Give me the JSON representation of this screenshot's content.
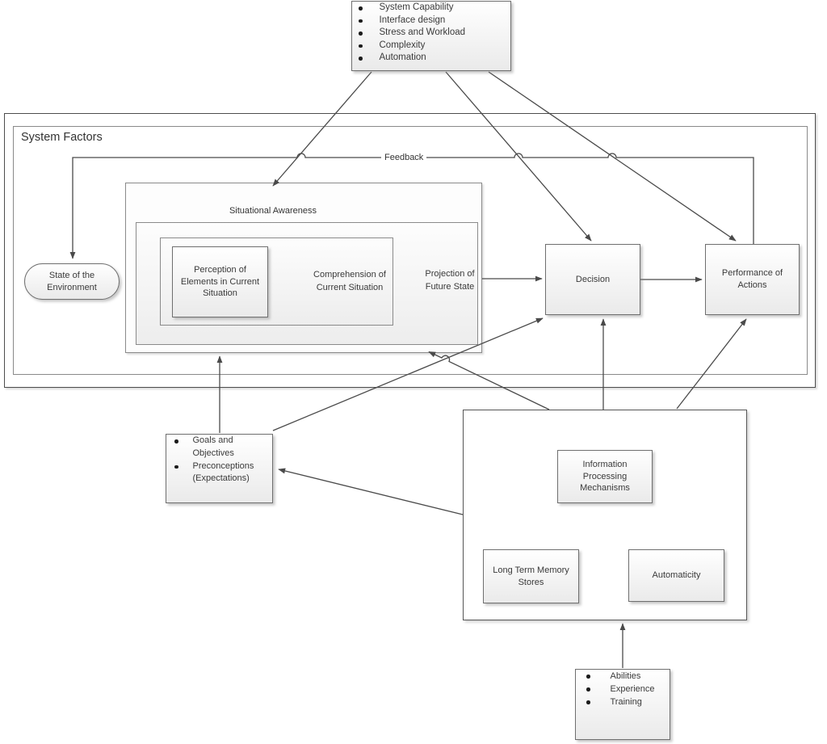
{
  "top_factors": {
    "items": [
      "System Capability",
      "Interface design",
      "Stress and Workload",
      "Complexity",
      "Automation"
    ]
  },
  "system_factors": {
    "label": "System Factors",
    "feedback_label": "Feedback"
  },
  "environment": {
    "state_label": "State of the Environment"
  },
  "situational_awareness": {
    "label": "Situational Awareness",
    "level1_perception": "Perception of Elements in Current Situation",
    "level2_comprehension": "Comprehension of Current Situation",
    "level3_projection": "Projection of Future State"
  },
  "process": {
    "decision": "Decision",
    "performance": "Performance of Actions"
  },
  "individual_factors": {
    "goals_items": [
      "Goals and Objectives",
      "Preconceptions (Expectations)"
    ],
    "information_processing": "Information Processing Mechanisms",
    "long_term_memory": "Long Term Memory Stores",
    "automaticity": "Automaticity",
    "abilities_items": [
      "Abilities",
      "Experience",
      "Training"
    ]
  },
  "colors": {
    "connector": "#4a4a4a",
    "box_border": "#6f6f6f",
    "text": "#3a3a3a"
  }
}
